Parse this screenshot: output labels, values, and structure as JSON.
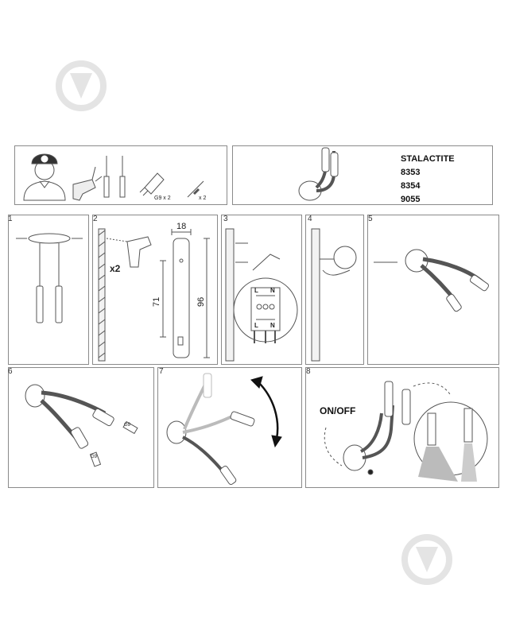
{
  "product": {
    "name": "STALACTITE",
    "codes": [
      "8353",
      "8354",
      "9055"
    ]
  },
  "tools": {
    "bulb_label": "G9 x 2",
    "screws_label": "x 2"
  },
  "steps": [
    "1",
    "2",
    "3",
    "4",
    "5",
    "6",
    "7",
    "8"
  ],
  "step2": {
    "multiplier": "x2",
    "dim_width": "18",
    "dim_holes": "71",
    "dim_height": "96"
  },
  "step3": {
    "terminal_top_l": "L",
    "terminal_top_n": "N",
    "terminal_bottom_l": "L",
    "terminal_bottom_n": "N"
  },
  "step6": {
    "bulb_label_a": "G9",
    "bulb_label_b": "G9"
  },
  "step8": {
    "switch_label": "ON/OFF"
  },
  "colors": {
    "line": "#555555",
    "watermark": "#e6e6e6",
    "border": "#8a8a8a"
  },
  "icons": [
    "watermark-logo-icon",
    "technician-icon",
    "drill-icon",
    "screwdriver-icon",
    "bulb-icon",
    "screw-icon",
    "rotation-arrow-icon"
  ]
}
